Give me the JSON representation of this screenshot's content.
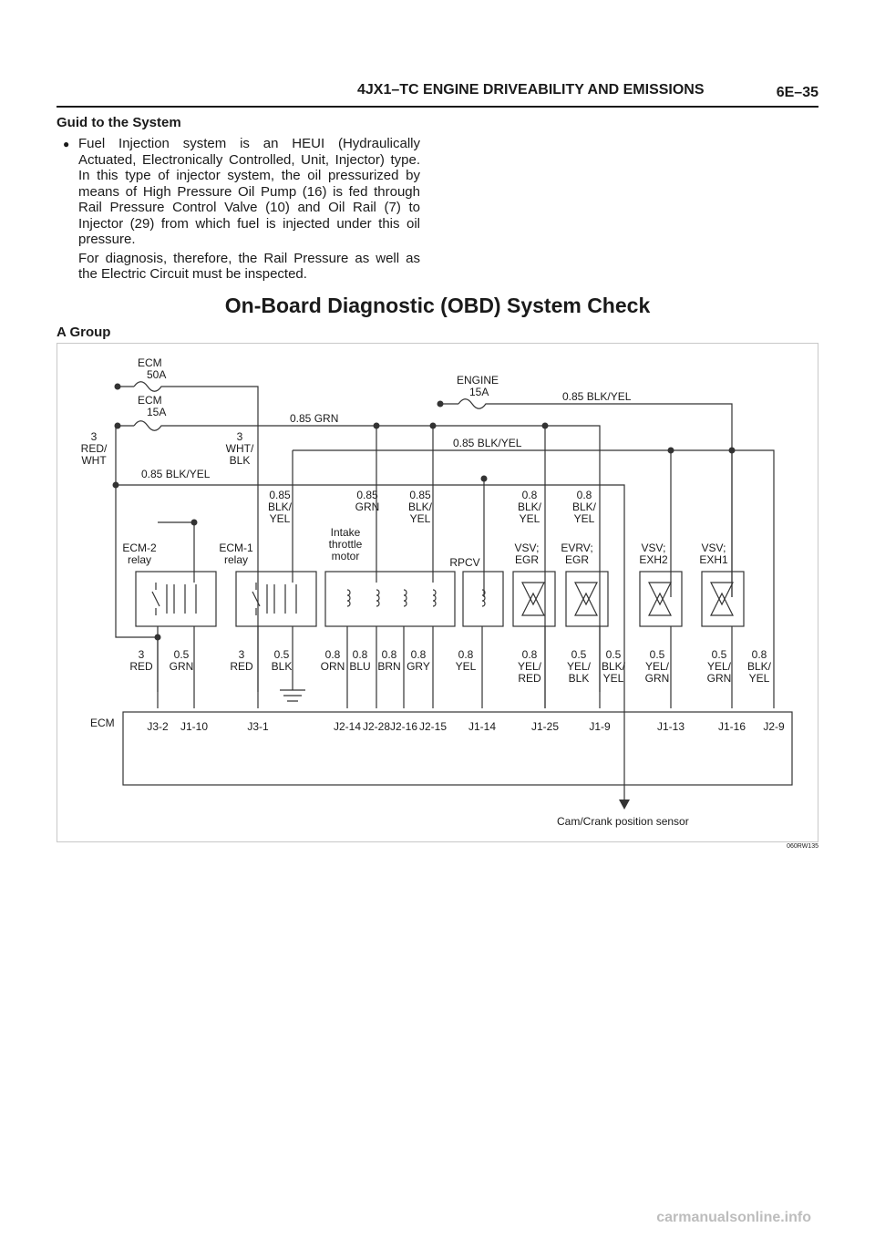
{
  "header": {
    "title": "4JX1–TC ENGINE DRIVEABILITY AND EMISSIONS",
    "page": "6E–35"
  },
  "guide": {
    "heading": "Guid to the System",
    "paragraph1": "Fuel Injection system is an HEUI (Hydraulically Actuated, Electronically Controlled, Unit, Injector) type. In this type of injector system, the oil pressurized by means of High Pressure Oil Pump (16) is fed through Rail Pressure Control Valve (10) and Oil Rail (7) to Injector (29) from which fuel is injected under this oil pressure.",
    "paragraph2": "For diagnosis, therefore, the Rail Pressure as well as the Electric Circuit must be inspected."
  },
  "title": "On-Board Diagnostic (OBD) System Check",
  "group": "A Group",
  "diagram": {
    "fuse_ecm50": [
      "ECM",
      "50A"
    ],
    "fuse_ecm15": [
      "ECM",
      "15A"
    ],
    "fuse_engine15": [
      "ENGINE",
      "15A"
    ],
    "wire_grn": "0.85 GRN",
    "wire_blkyel_top": "0.85 BLK/YEL",
    "wire_blkyel_mid": "0.85 BLK/YEL",
    "wire_blkyel_left": "0.85 BLK/YEL",
    "left_red_wht": [
      "3",
      "RED/",
      "WHT"
    ],
    "left_wht_blk": [
      "3",
      "WHT/",
      "BLK"
    ],
    "upper_wires": [
      [
        "0.85",
        "BLK/",
        "YEL"
      ],
      [
        "0.85",
        "GRN"
      ],
      [
        "0.85",
        "BLK/",
        "YEL"
      ],
      [
        "0.8",
        "BLK/",
        "YEL"
      ],
      [
        "0.8",
        "BLK/",
        "YEL"
      ]
    ],
    "components": {
      "ecm2": [
        "ECM-2",
        "relay"
      ],
      "ecm1": [
        "ECM-1",
        "relay"
      ],
      "throttle": [
        "Intake",
        "throttle",
        "motor"
      ],
      "rpcv": "RPCV",
      "vsv_egr": [
        "VSV;",
        "EGR"
      ],
      "evrv_egr": [
        "EVRV;",
        "EGR"
      ],
      "vsv_exh2": [
        "VSV;",
        "EXH2"
      ],
      "vsv_exh1": [
        "VSV;",
        "EXH1"
      ]
    },
    "lower_wires": [
      [
        "3",
        "RED"
      ],
      [
        "0.5",
        "GRN"
      ],
      [
        "3",
        "RED"
      ],
      [
        "0.5",
        "BLK"
      ],
      [
        "0.8",
        "ORN"
      ],
      [
        "0.8",
        "BLU"
      ],
      [
        "0.8",
        "BRN"
      ],
      [
        "0.8",
        "GRY"
      ],
      [
        "0.8",
        "YEL"
      ],
      [
        "0.8",
        "YEL/",
        "RED"
      ],
      [
        "0.5",
        "YEL/",
        "BLK"
      ],
      [
        "0.5",
        "BLK/",
        "YEL"
      ],
      [
        "0.5",
        "YEL/",
        "GRN"
      ],
      [
        "0.5",
        "YEL/",
        "GRN"
      ],
      [
        "0.8",
        "BLK/",
        "YEL"
      ]
    ],
    "ecm_label": "ECM",
    "pins": [
      "J3-2",
      "J1-10",
      "J3-1",
      "J2-14",
      "J2-28",
      "J2-16",
      "J2-15",
      "J1-14",
      "J1-25",
      "J1-9",
      "J1-13",
      "J1-16",
      "J2-9"
    ],
    "sensor": "Cam/Crank position sensor"
  },
  "figure_id": "060RW135",
  "footer": "carmanualsonline.info"
}
